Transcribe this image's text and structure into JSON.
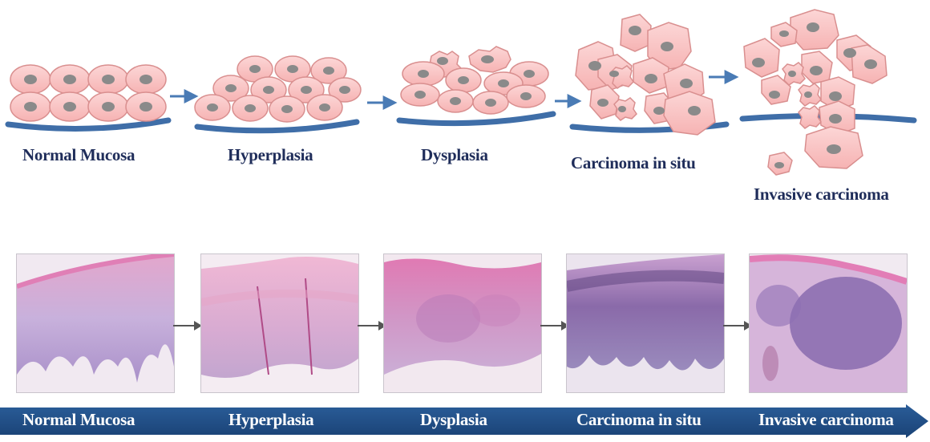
{
  "stages": [
    {
      "label": "Normal Mucosa"
    },
    {
      "label": "Hyperplasia"
    },
    {
      "label": "Dysplasia"
    },
    {
      "label": "Carcinoma in situ"
    },
    {
      "label": "Invasive carcinoma"
    }
  ],
  "banner": {
    "labels": [
      "Normal Mucosa",
      "Hyperplasia",
      "Dysplasia",
      "Carcinoma in situ",
      "Invasive carcinoma"
    ]
  },
  "colors": {
    "cell_fill": "#f9c4c4",
    "cell_stroke": "#d98f8f",
    "nucleus": "#8a8a8a",
    "membrane": "#3f6ea8",
    "arrow": "#4a7bb5",
    "label_text": "#1f2d5a",
    "banner": "#1f4e85",
    "tissue_pink": "#e7a9c9",
    "tissue_purple": "#9f86c1"
  }
}
